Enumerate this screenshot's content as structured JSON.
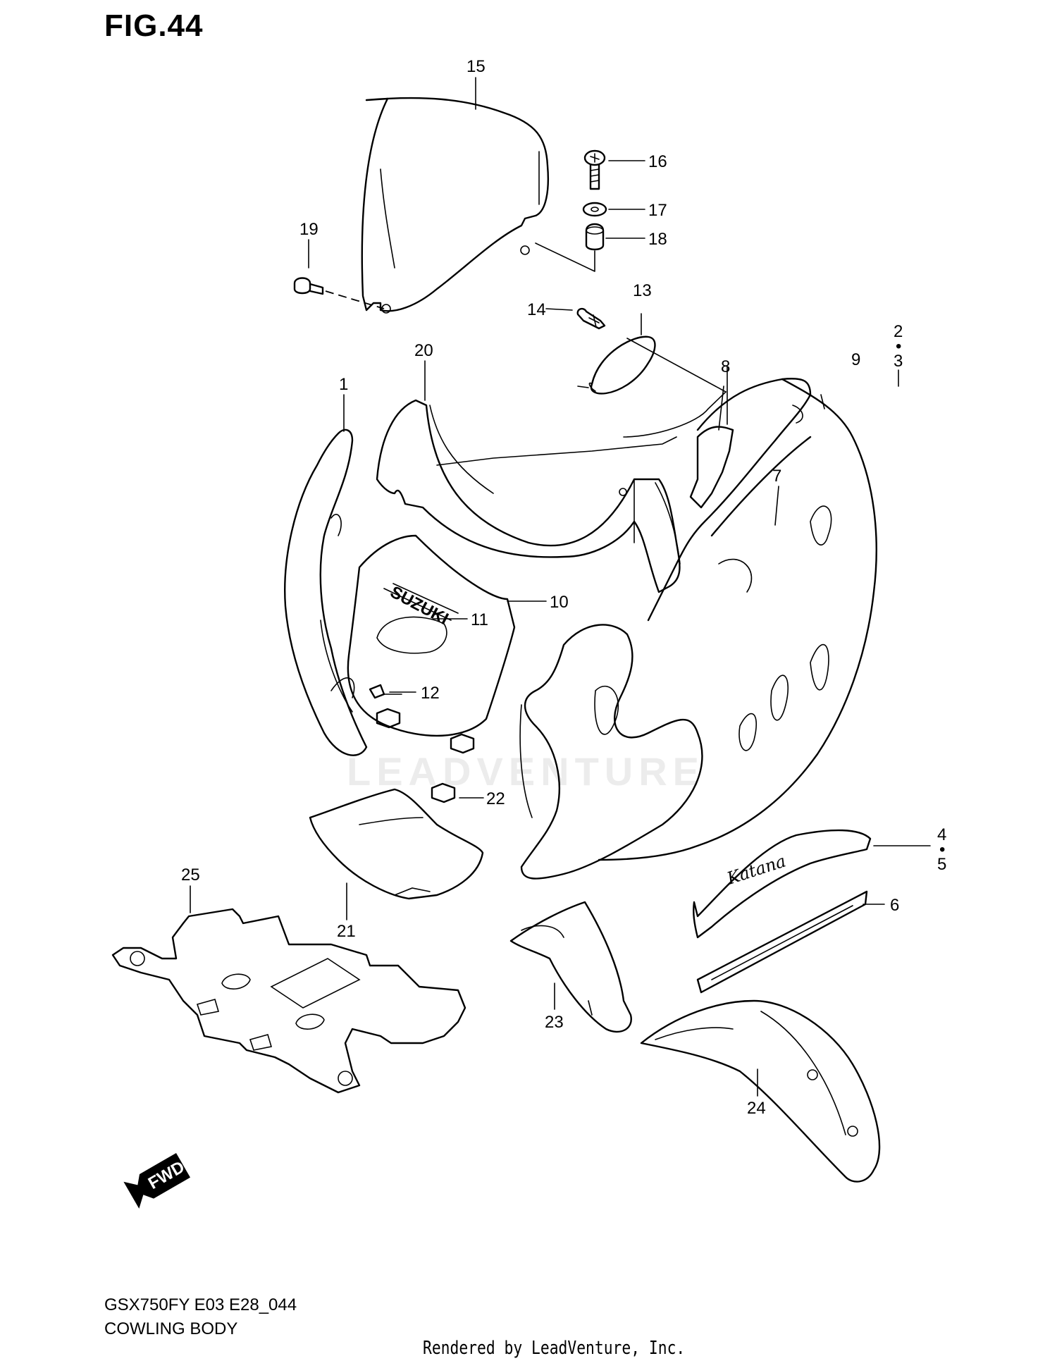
{
  "header": {
    "figure": "FIG.44"
  },
  "footer": {
    "model": "GSX750FY E03 E28_044",
    "section": "COWLING BODY",
    "rendered_by": "Rendered by LeadVenture, Inc."
  },
  "watermark": "LEADVENTURE",
  "badges": {
    "fwd": "FWD",
    "brand": "SUZUKI",
    "model_logo": "Katana"
  },
  "callouts": [
    "1",
    "2",
    "3",
    "4",
    "5",
    "6",
    "7",
    "8",
    "9",
    "10",
    "11",
    "12",
    "13",
    "14",
    "15",
    "16",
    "17",
    "18",
    "19",
    "20",
    "21",
    "22",
    "23",
    "24",
    "25"
  ],
  "callout_separators": [
    "•",
    "•"
  ]
}
